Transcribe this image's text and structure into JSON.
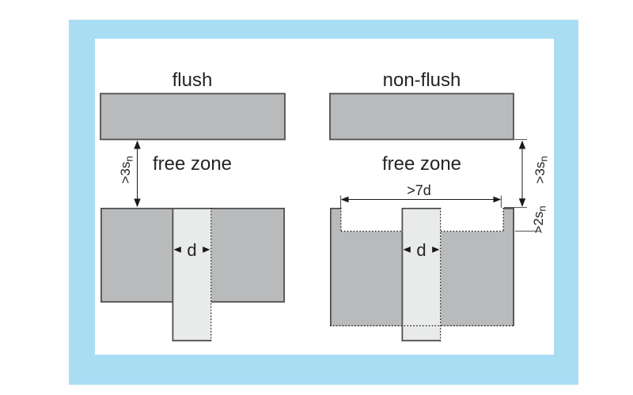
{
  "figure": {
    "left": {
      "title": "flush",
      "free_zone": "free zone",
      "gap": {
        "text": ">3s",
        "sub": "n"
      },
      "diameter": "d"
    },
    "right": {
      "title": "non-flush",
      "free_zone": "free zone",
      "gap": {
        "text": ">3s",
        "sub": "n"
      },
      "recess": {
        "text": ">2s",
        "sub": "n"
      },
      "width": ">7d",
      "diameter": "d"
    },
    "colors": {
      "frame": "#a9ddf3",
      "block_fill": "#b9babc",
      "block_border": "#4f4f4f",
      "sensor_fill": "#e9eaea",
      "line": "#1a1a1a"
    }
  }
}
